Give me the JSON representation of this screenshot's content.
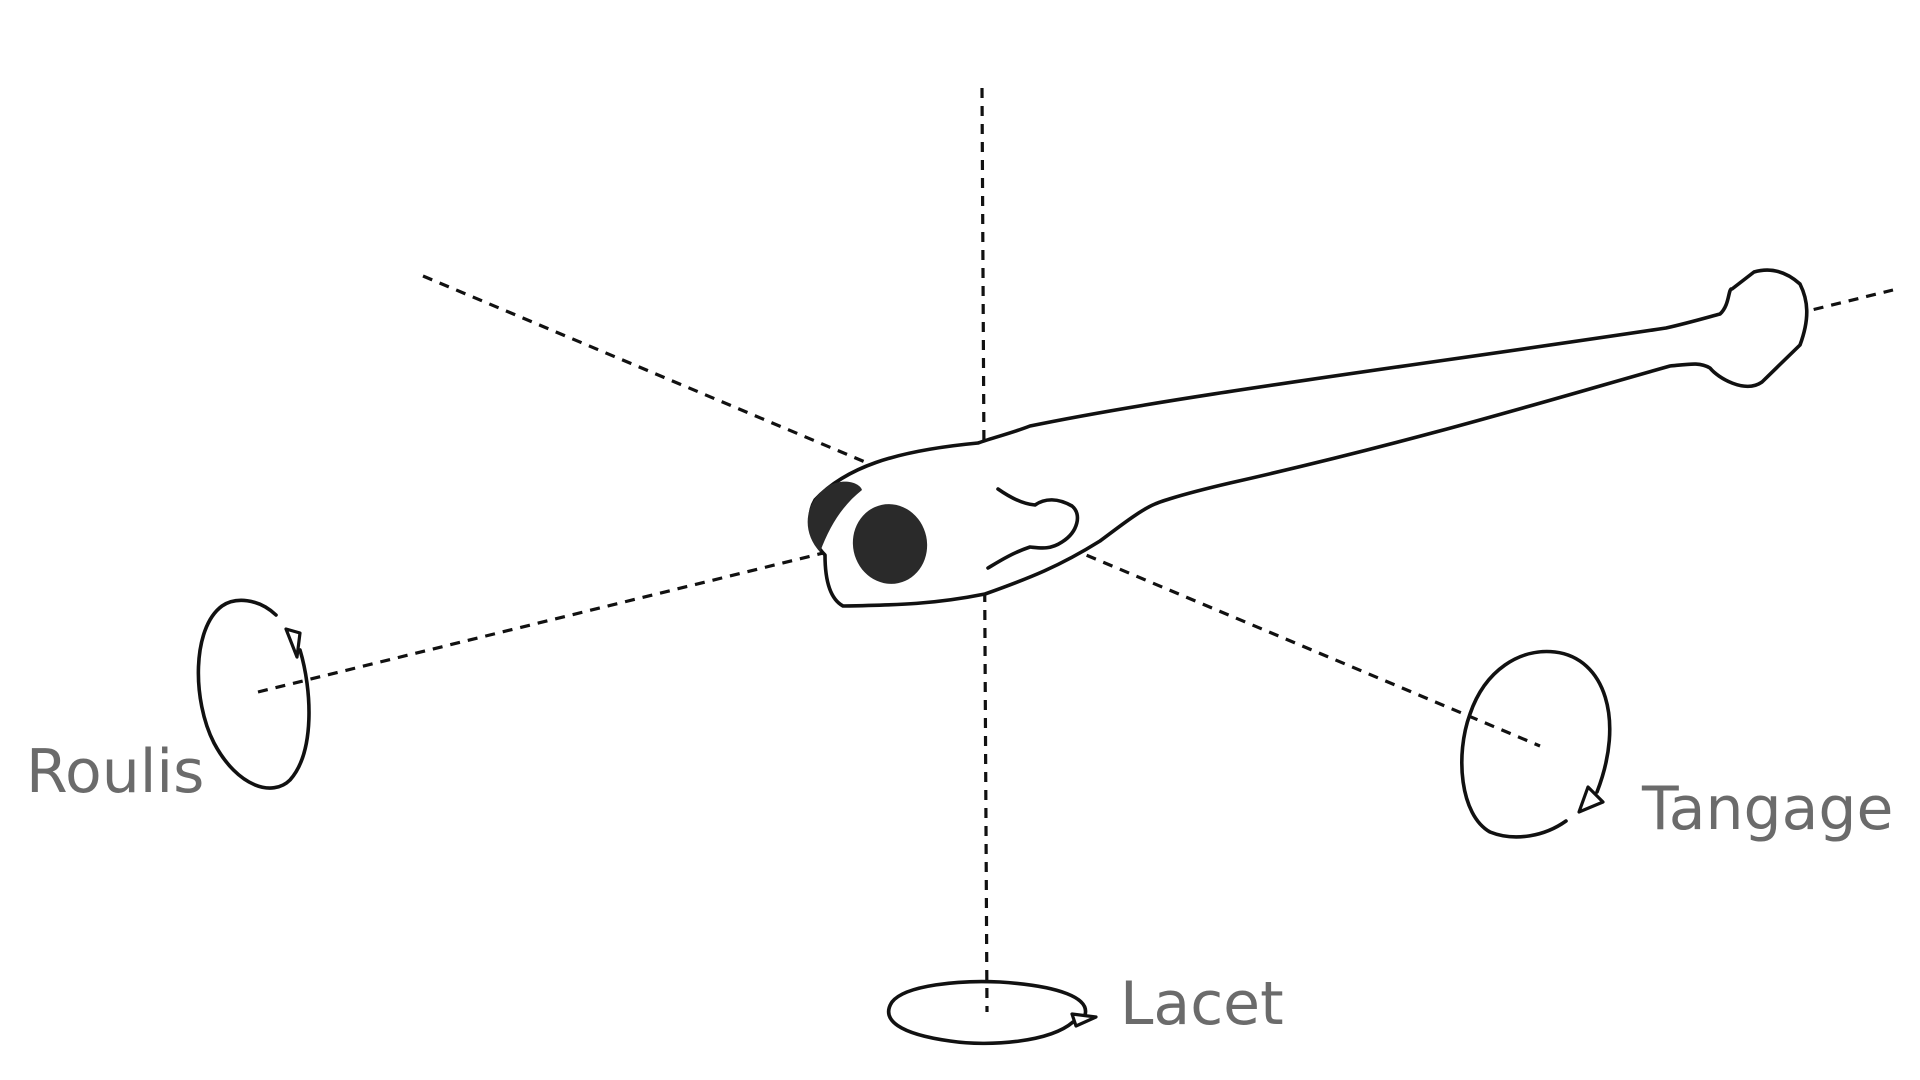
{
  "labels": {
    "roll": "Roulis",
    "pitch": "Tangage",
    "yaw": "Lacet"
  },
  "colors": {
    "ink": "#111111",
    "label": "#6b6b6b",
    "background": "#ffffff",
    "dark_fill": "#2a2a2a"
  }
}
